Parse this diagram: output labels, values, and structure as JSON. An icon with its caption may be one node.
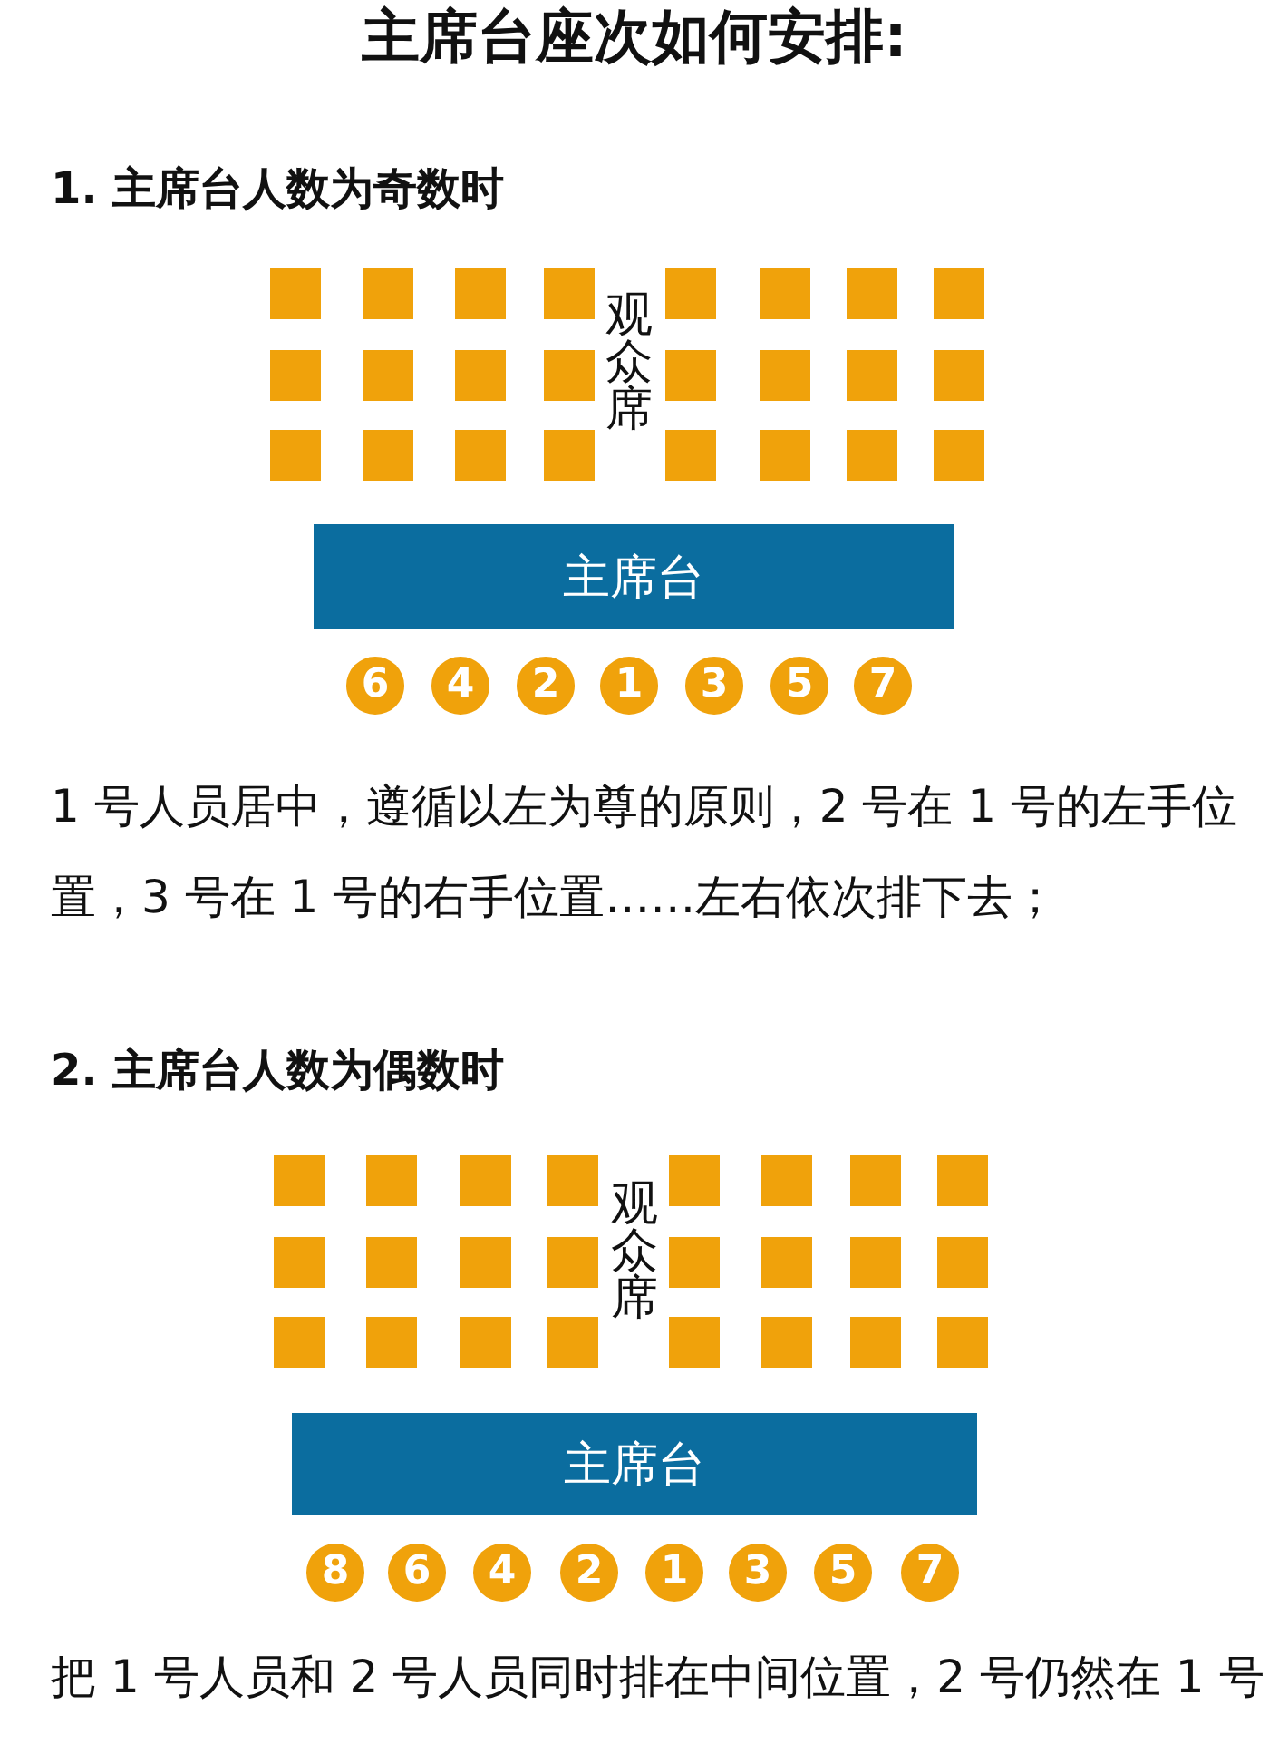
{
  "diagram": {
    "title": "主席台座次如何安排:",
    "nodes": [
      {
        "text": [],
        "shape": "box"
      },
      {
        "text": [],
        "shape": "box"
      },
      {
        "text": [],
        "shape": "box"
      },
      {
        "text": [],
        "shape": "box"
      },
      {
        "text": [],
        "shape": "box"
      },
      {
        "text": [],
        "shape": "box"
      },
      {
        "text": [],
        "shape": "box"
      },
      {
        "text": [],
        "shape": "box"
      },
      {
        "text": [],
        "shape": "box"
      },
      {
        "text": [],
        "shape": "box"
      },
      {
        "text": [],
        "shape": "box"
      },
      {
        "text": [],
        "shape": "box"
      },
      {
        "text": [],
        "shape": "box"
      },
      {
        "text": [],
        "shape": "box"
      },
      {
        "text": [],
        "shape": "box"
      },
      {
        "text": [],
        "shape": "box"
      },
      {
        "text": [],
        "shape": "box"
      },
      {
        "text": [],
        "shape": "box"
      },
      {
        "text": [],
        "shape": "box"
      },
      {
        "text": [],
        "shape": "box"
      },
      {
        "text": [],
        "shape": "box"
      },
      {
        "text": [],
        "shape": "box"
      },
      {
        "text": [],
        "shape": "box"
      },
      {
        "text": [],
        "shape": "box"
      },
      {
        "text": [
          "主席台"
        ]
      },
      {
        "text": [
          "6"
        ]
      },
      {
        "text": [
          "4"
        ]
      },
      {
        "text": [
          "2"
        ]
      },
      {
        "text": [
          "1"
        ]
      },
      {
        "text": [
          "3"
        ]
      },
      {
        "text": [
          "5"
        ]
      },
      {
        "text": [
          "7"
        ]
      },
      {
        "text": [],
        "shape": "box"
      },
      {
        "text": [],
        "shape": "box"
      },
      {
        "text": [],
        "shape": "box"
      },
      {
        "text": [],
        "shape": "box"
      },
      {
        "text": [],
        "shape": "box"
      },
      {
        "text": [],
        "shape": "box"
      },
      {
        "text": [],
        "shape": "box"
      },
      {
        "text": [],
        "shape": "box"
      },
      {
        "text": [],
        "shape": "box"
      },
      {
        "text": [],
        "shape": "box"
      },
      {
        "text": [],
        "shape": "box"
      },
      {
        "text": [],
        "shape": "box"
      },
      {
        "text": [],
        "shape": "box"
      },
      {
        "text": [],
        "shape": "box"
      },
      {
        "text": [],
        "shape": "box"
      },
      {
        "text": [],
        "shape": "box"
      },
      {
        "text": [],
        "shape": "box"
      },
      {
        "text": [],
        "shape": "box"
      },
      {
        "text": [],
        "shape": "box"
      },
      {
        "text": [],
        "shape": "box"
      },
      {
        "text": [],
        "shape": "box"
      },
      {
        "text": [],
        "shape": "box"
      },
      {
        "text": [],
        "shape": "box"
      },
      {
        "text": [],
        "shape": "box"
      },
      {
        "text": [
          "主席台"
        ]
      },
      {
        "text": [
          "8"
        ]
      },
      {
        "text": [
          "6"
        ]
      },
      {
        "text": [
          "4"
        ]
      },
      {
        "text": [
          "2"
        ]
      },
      {
        "text": [
          "1"
        ]
      },
      {
        "text": [
          "3"
        ]
      },
      {
        "text": [
          "5"
        ]
      },
      {
        "text": [
          "7"
        ]
      }
    ],
    "labels": [
      "1. 主席台人数为奇数时",
      "观众席",
      "1 号人员居中，遵循以左为尊的原则，2 号在 1 号的左手位置，3 号在 1 号的右手位置……左右依次排下去；",
      "2. 主席台人数为偶数时",
      "观众席",
      "把 1 号人员和 2 号人员同时排在中间位置，2 号仍然在 1 号"
    ]
  }
}
